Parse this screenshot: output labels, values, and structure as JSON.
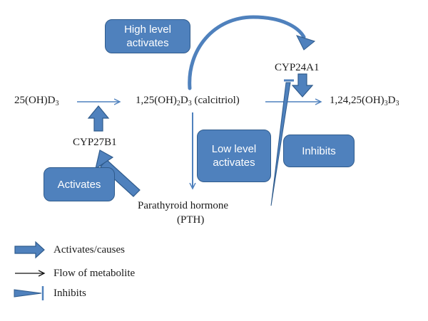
{
  "colors": {
    "accent": "#4f81bd",
    "accent_dark": "#2f5b8c",
    "text": "#1a1a1a"
  },
  "nodes": {
    "d3_25oh": {
      "main": "25(OH)D",
      "sub": "3"
    },
    "calcitriol": {
      "pre": "1,25(OH)",
      "sub1": "2",
      "mid": "D",
      "sub2": "3",
      "post": " (calcitriol)"
    },
    "d3_1_24_25": {
      "main": "1,24,25(OH)",
      "sub1": "3",
      "mid": "D",
      "sub2": "3"
    },
    "cyp27b1": "CYP27B1",
    "cyp24a1": "CYP24A1",
    "pth_line1": "Parathyroid hormone",
    "pth_line2": "(PTH)"
  },
  "boxes": {
    "high_level_line1": "High level",
    "high_level_line2": "activates",
    "low_level_line1": "Low level",
    "low_level_line2": "activates",
    "inhibits": "Inhibits",
    "activates": "Activates"
  },
  "legend": {
    "activates_causes": "Activates/causes",
    "flow_of_metabolite": "Flow of metabolite",
    "inhibits": "Inhibits"
  }
}
